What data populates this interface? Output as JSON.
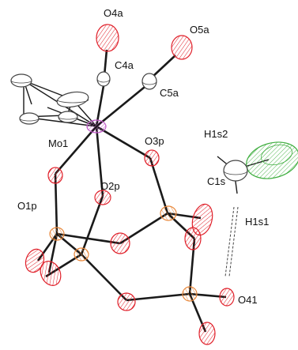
{
  "labels": {
    "o4a": "O4a",
    "o5a": "O5a",
    "c4a": "C4a",
    "c5a": "C5a",
    "mo1": "Mo1",
    "o3p": "O3p",
    "h1s2": "H1s2",
    "c1s": "C1s",
    "o1p": "O1p",
    "o2p": "O2p",
    "h1s1": "H1s1",
    "o41": "O41"
  },
  "colors": {
    "oxygen": "#e0202a",
    "carbon": "#444444",
    "phosphorus": "#e8873a",
    "molybdenum": "#c05ac8",
    "solvent": "#3fae3f",
    "hydrogen": "#555555",
    "bond": "#1a1a1a"
  }
}
